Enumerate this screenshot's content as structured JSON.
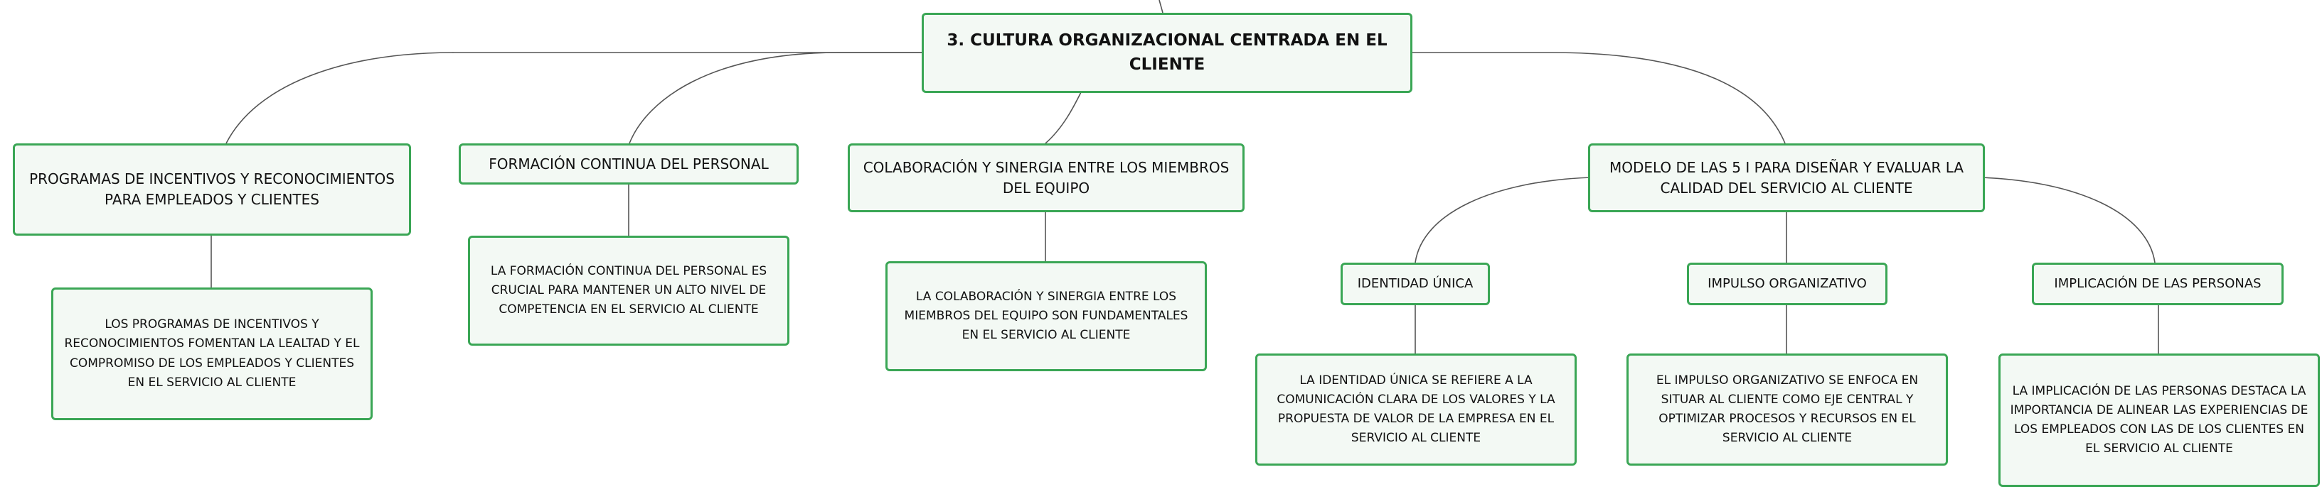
{
  "diagram": {
    "root": {
      "label": "3. CULTURA ORGANIZACIONAL CENTRADA EN EL CLIENTE"
    },
    "branches": [
      {
        "label": "PROGRAMAS DE INCENTIVOS Y RECONOCIMIENTOS PARA EMPLEADOS Y CLIENTES",
        "detail": "LOS PROGRAMAS DE INCENTIVOS Y RECONOCIMIENTOS FOMENTAN LA LEALTAD Y EL COMPROMISO DE LOS EMPLEADOS Y CLIENTES EN EL SERVICIO AL CLIENTE"
      },
      {
        "label": "FORMACIÓN CONTINUA DEL PERSONAL",
        "detail": "LA FORMACIÓN CONTINUA DEL PERSONAL ES CRUCIAL PARA MANTENER UN ALTO NIVEL DE COMPETENCIA EN EL SERVICIO AL CLIENTE"
      },
      {
        "label": "COLABORACIÓN Y SINERGIA ENTRE LOS MIEMBROS DEL EQUIPO",
        "detail": "LA COLABORACIÓN Y SINERGIA ENTRE LOS MIEMBROS DEL EQUIPO SON FUNDAMENTALES EN EL SERVICIO AL CLIENTE"
      },
      {
        "label": "MODELO DE LAS 5 I PARA DISEÑAR Y EVALUAR LA CALIDAD DEL SERVICIO AL CLIENTE",
        "children": [
          {
            "label": "IDENTIDAD ÚNICA",
            "detail": "LA IDENTIDAD ÚNICA SE REFIERE A LA COMUNICACIÓN CLARA DE LOS VALORES Y LA PROPUESTA DE VALOR DE LA EMPRESA EN EL SERVICIO AL CLIENTE"
          },
          {
            "label": "IMPULSO ORGANIZATIVO",
            "detail": "EL IMPULSO ORGANIZATIVO SE ENFOCA EN SITUAR AL CLIENTE COMO EJE CENTRAL Y OPTIMIZAR PROCESOS Y RECURSOS EN EL SERVICIO AL CLIENTE"
          },
          {
            "label": "IMPLICACIÓN DE LAS PERSONAS",
            "detail": "LA IMPLICACIÓN DE LAS PERSONAS DESTACA LA IMPORTANCIA DE ALINEAR LAS EXPERIENCIAS DE LOS EMPLEADOS CON LAS DE LOS CLIENTES EN EL SERVICIO AL CLIENTE"
          }
        ]
      }
    ]
  },
  "colors": {
    "node_border": "#3aa655",
    "node_fill": "#f3f9f4",
    "connector": "#555555",
    "text": "#111111"
  }
}
